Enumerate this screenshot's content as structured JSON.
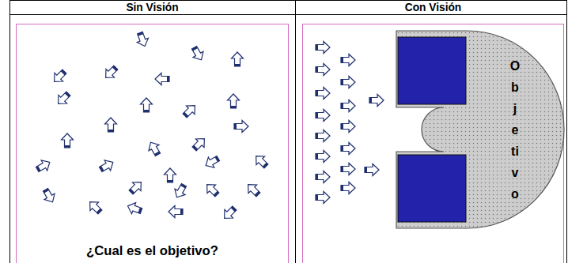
{
  "diagram": {
    "nodes": [
      {
        "text": [
          "Sin Visión",
          "¿Cual es el objetivo?"
        ]
      },
      {
        "text": [
          "Con Visión"
        ]
      },
      {
        "text": [
          "O b j e ti v o"
        ],
        "in": 1
      }
    ]
  }
}
